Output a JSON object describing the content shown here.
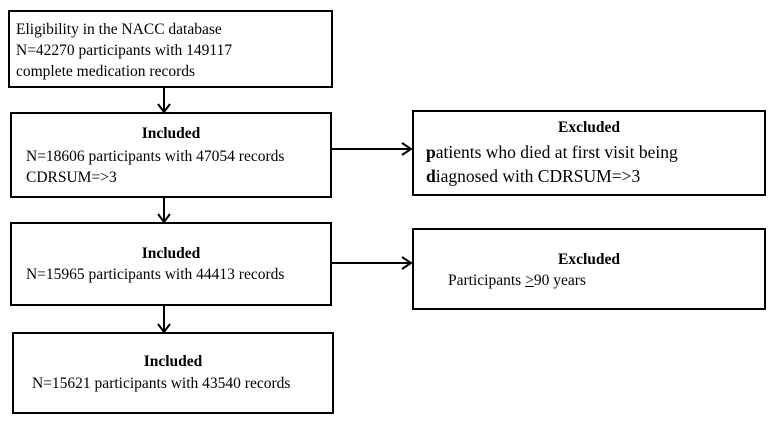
{
  "boxes": {
    "eligibility": {
      "line1": "Eligibility in the NACC database",
      "line2": "N=42270 participants with 149117",
      "line3": "complete medication records"
    },
    "included1": {
      "heading": "Included",
      "line1": "N=18606 participants with 47054 records",
      "line2": "CDRSUM=>3"
    },
    "excluded1": {
      "heading": "Excluded",
      "line1_first": "p",
      "line1_rest": "atients who died at first visit being",
      "line2_first": "d",
      "line2_rest": "iagnosed with CDRSUM=>3"
    },
    "included2": {
      "heading": "Included",
      "line1": "N=15965 participants with 44413 records"
    },
    "excluded2": {
      "heading": "Excluded",
      "text_before": "Participants ",
      "text_underlined": ">",
      "text_after": "90 years"
    },
    "included3": {
      "heading": "Included",
      "line1": "N=15621 participants with 43540 records"
    }
  }
}
